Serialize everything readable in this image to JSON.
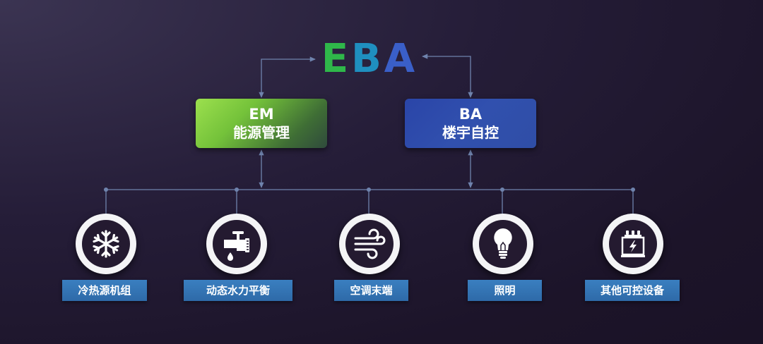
{
  "logo": {
    "text": "EBA",
    "colors": [
      "#2fb84a",
      "#1f8fbf",
      "#3a5fc8"
    ]
  },
  "systems": [
    {
      "code": "EM",
      "name": "能源管理"
    },
    {
      "code": "BA",
      "name": "楼宇自控"
    }
  ],
  "devices": [
    {
      "label": "冷热源机组",
      "icon": "snowflake-icon"
    },
    {
      "label": "动态水力平衡",
      "icon": "water-valve-icon"
    },
    {
      "label": "空调末端",
      "icon": "wind-icon"
    },
    {
      "label": "照明",
      "icon": "light-bulb-icon"
    },
    {
      "label": "其他可控设备",
      "icon": "electrical-cabinet-icon"
    }
  ],
  "colors": {
    "connector": "#6f83ad",
    "em_accent": "#8ed84a",
    "ba_accent": "#2c48aa",
    "label_bg": "#3174b4"
  }
}
